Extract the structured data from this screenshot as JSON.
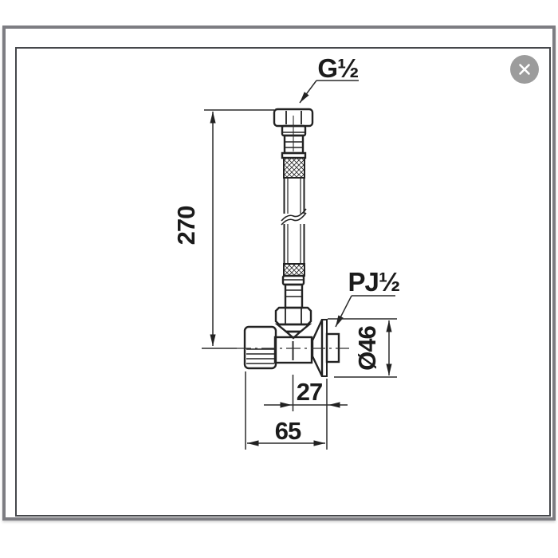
{
  "lightbox": {
    "description": "product specification drawing viewer",
    "icons": {
      "close": "x-close-icon"
    },
    "colors": {
      "frame_border": "#7d7d82",
      "inner_border": "#45474b",
      "close_button_bg": "#9c9c9c",
      "close_button_glyph": "#ffffff",
      "background": "#ffffff"
    }
  },
  "drawing": {
    "subject": "angle stop valve with flexible braided supply hose, side view with dimensions",
    "line_color": "#222222",
    "labels": {
      "top_thread": "G½",
      "wall_thread": "PJ½"
    },
    "dimensions": {
      "hose_length": "270",
      "flange_diameter": "Ø46",
      "center_to_wall": "27",
      "overall_depth": "65"
    }
  }
}
